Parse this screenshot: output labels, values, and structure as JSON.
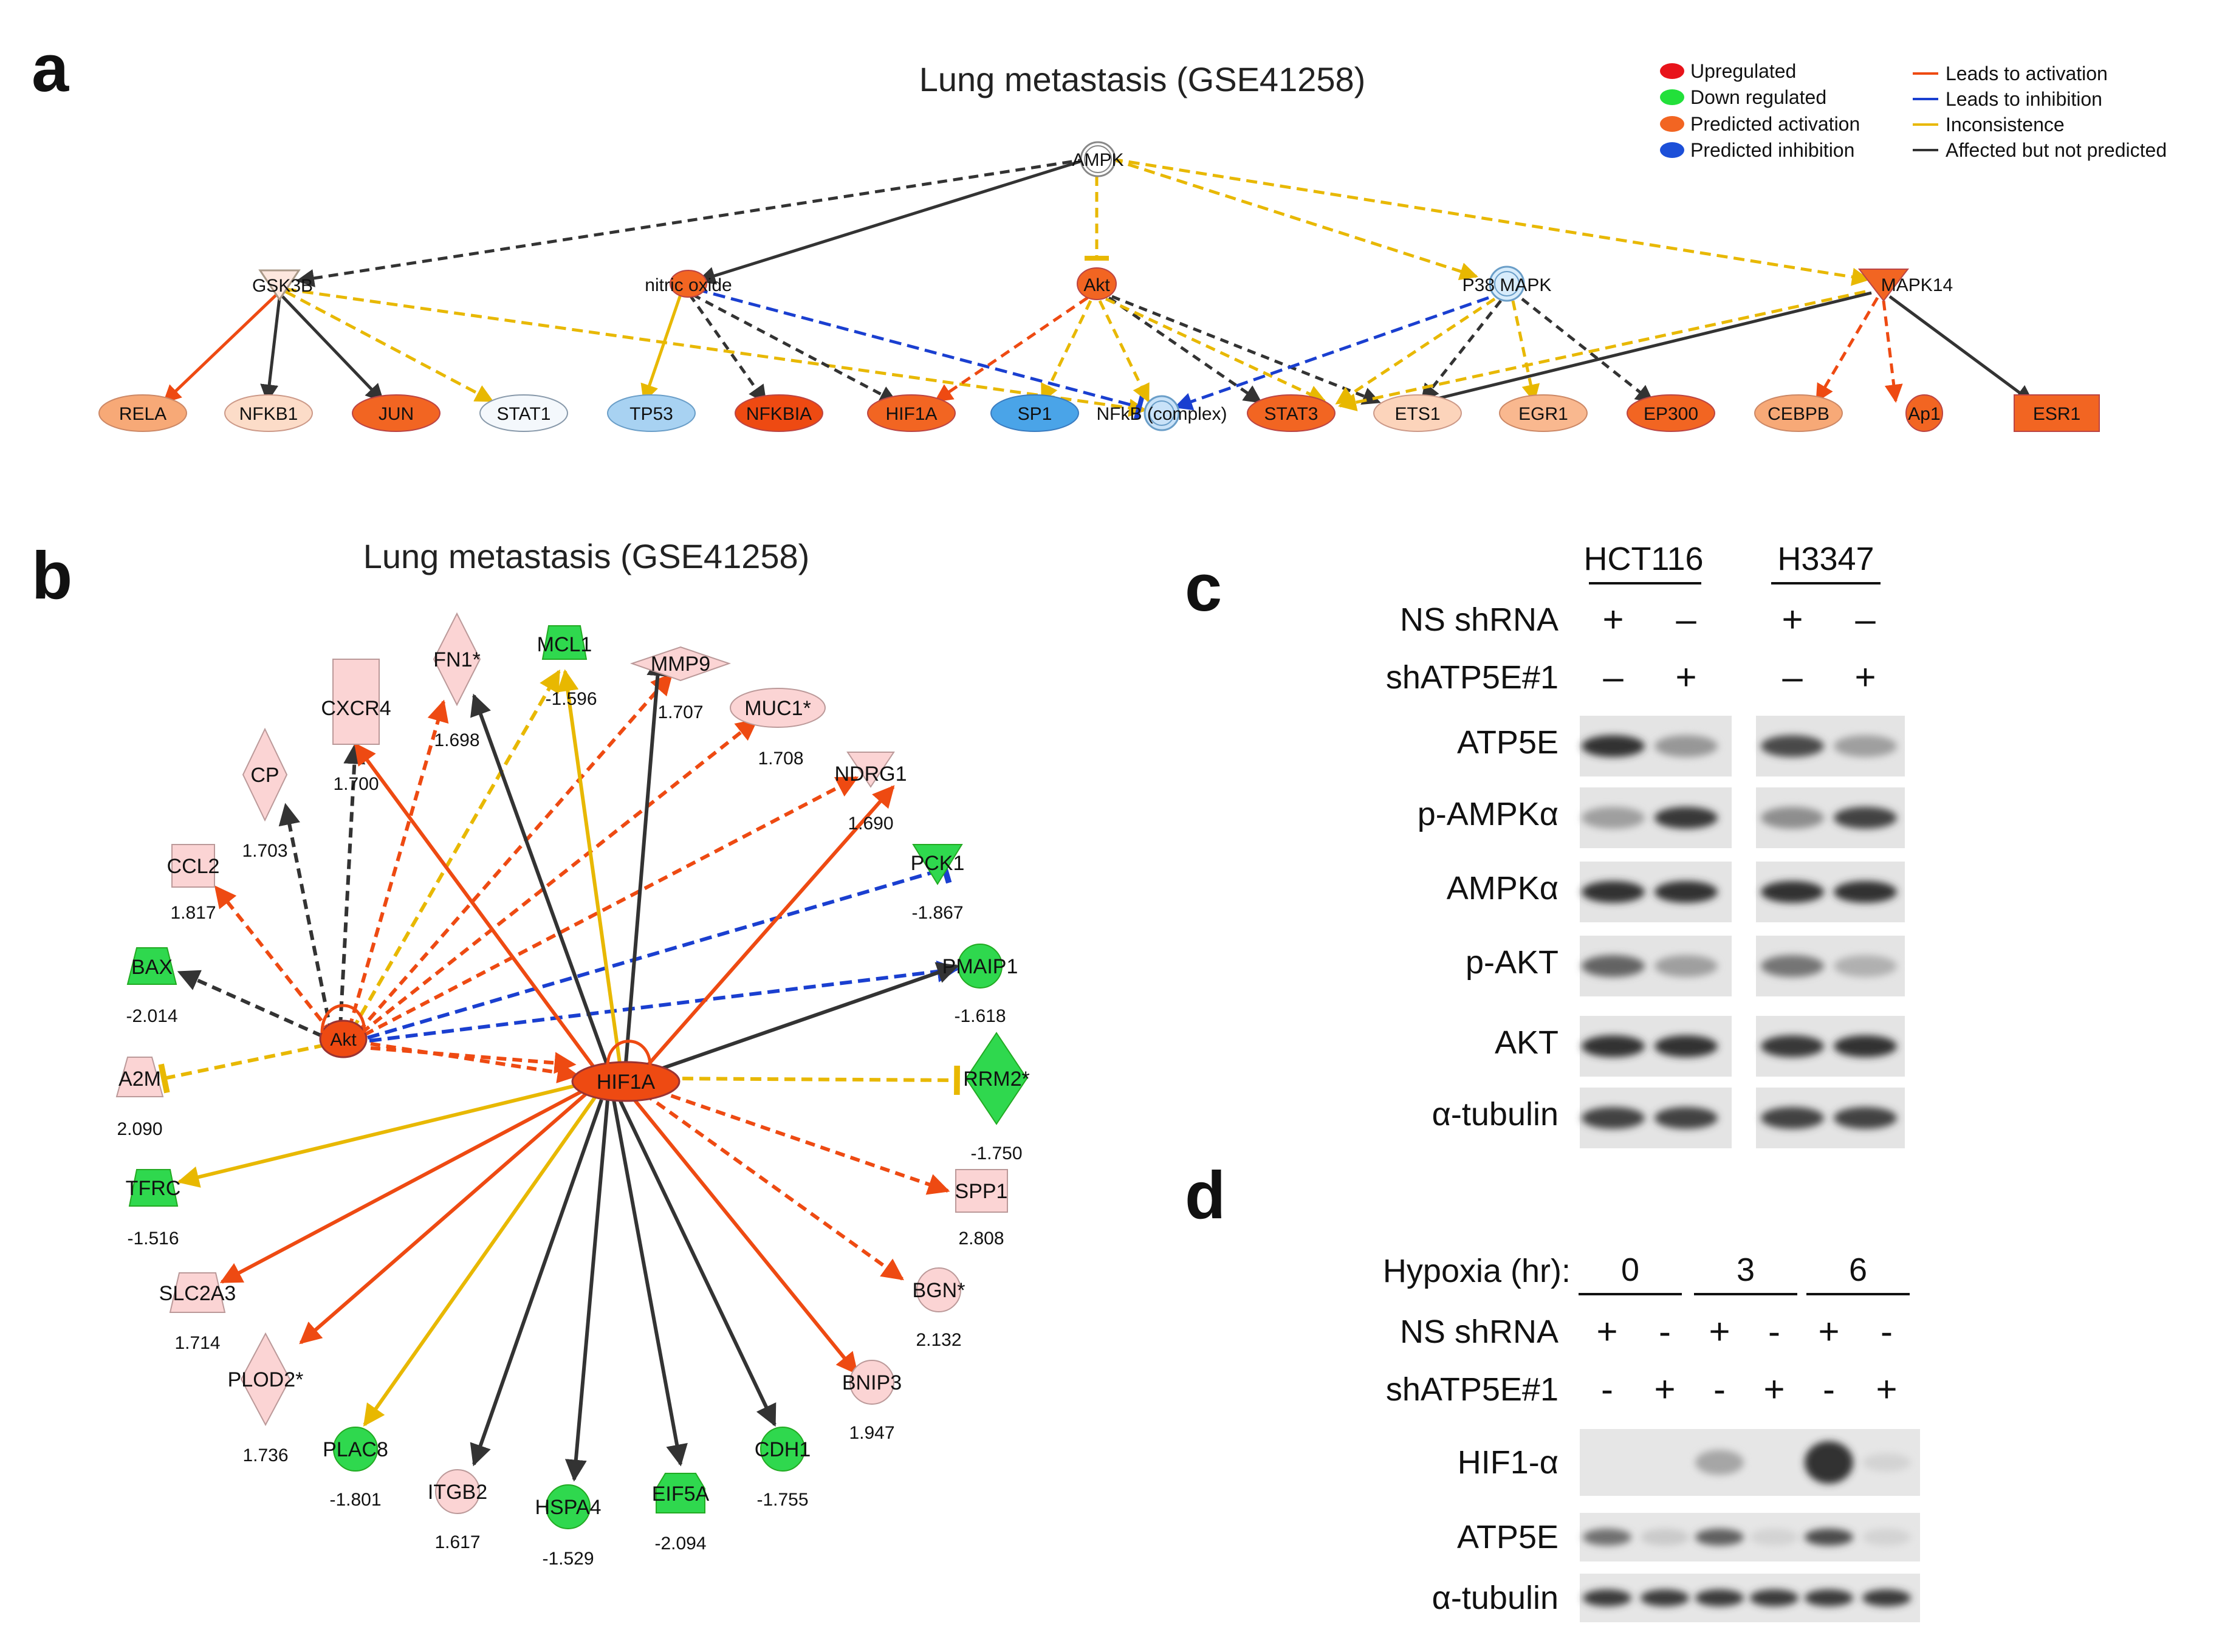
{
  "panel_a": {
    "letter": "a",
    "title": "Lung metastasis (GSE41258)",
    "legend_nodes": [
      {
        "label": "Upregulated",
        "color": "#e8131a"
      },
      {
        "label": "Down regulated",
        "color": "#22e03a"
      },
      {
        "label": "Predicted activation",
        "color": "#f26522"
      },
      {
        "label": "Predicted inhibition",
        "color": "#1c4fd8"
      }
    ],
    "legend_edges": [
      {
        "label": "Leads to activation",
        "color": "#ee4a12"
      },
      {
        "label": "Leads to inhibition",
        "color": "#1a3fd0"
      },
      {
        "label": "Inconsistence",
        "color": "#e8b800"
      },
      {
        "label": "Affected but not predicted",
        "color": "#333333"
      }
    ],
    "nodes": {
      "ampk": "AMPK",
      "gsk3b": "GSK3B",
      "nitric_oxide": "nitric oxide",
      "akt": "Akt",
      "p38": "P38 MAPK",
      "mapk14": "MAPK14",
      "rela": "RELA",
      "nfkb1": "NFKB1",
      "jun": "JUN",
      "stat1": "STAT1",
      "tp53": "TP53",
      "nfkbia": "NFKBIA",
      "hif1a": "HIF1A",
      "sp1": "SP1",
      "nfkb_complex": "NFkB (complex)",
      "stat3": "STAT3",
      "ets1": "ETS1",
      "egr1": "EGR1",
      "ep300": "EP300",
      "cebpb": "CEBPB",
      "ap1": "Ap1",
      "esr1": "ESR1"
    }
  },
  "panel_b": {
    "letter": "b",
    "title": "Lung metastasis (GSE41258)",
    "hubs": {
      "akt": "Akt",
      "hif1a": "HIF1A"
    },
    "targets": [
      {
        "name": "CP",
        "value": "1.703"
      },
      {
        "name": "CXCR4",
        "value": "1.700"
      },
      {
        "name": "FN1*",
        "value": "1.698"
      },
      {
        "name": "MCL1",
        "value": "-1.596"
      },
      {
        "name": "MMP9",
        "value": "1.707"
      },
      {
        "name": "MUC1*",
        "value": "1.708"
      },
      {
        "name": "NDRG1",
        "value": "1.690"
      },
      {
        "name": "CCL2",
        "value": "1.817"
      },
      {
        "name": "PCK1",
        "value": "-1.867"
      },
      {
        "name": "BAX",
        "value": "-2.014"
      },
      {
        "name": "PMAIP1",
        "value": "-1.618"
      },
      {
        "name": "A2M",
        "value": "2.090"
      },
      {
        "name": "RRM2*",
        "value": "-1.750"
      },
      {
        "name": "TFRC",
        "value": "-1.516"
      },
      {
        "name": "SPP1",
        "value": "2.808"
      },
      {
        "name": "SLC2A3",
        "value": "1.714"
      },
      {
        "name": "BGN*",
        "value": "2.132"
      },
      {
        "name": "PLOD2*",
        "value": "1.736"
      },
      {
        "name": "BNIP3",
        "value": "1.947"
      },
      {
        "name": "PLAC8",
        "value": "-1.801"
      },
      {
        "name": "ITGB2",
        "value": "1.617"
      },
      {
        "name": "HSPA4",
        "value": "-1.529"
      },
      {
        "name": "EIF5A",
        "value": "-2.094"
      },
      {
        "name": "CDH1",
        "value": "-1.755"
      }
    ]
  },
  "panel_c": {
    "letter": "c",
    "cell_lines": [
      "HCT116",
      "H3347"
    ],
    "ns_label": "NS shRNA",
    "sh_label": "shATP5E#1",
    "ns_signs": [
      "+",
      "–",
      "+",
      "–"
    ],
    "sh_signs": [
      "–",
      "+",
      "–",
      "+"
    ],
    "blots": [
      {
        "label": "ATP5E",
        "intensity": [
          0.95,
          0.35,
          0.8,
          0.3
        ]
      },
      {
        "label": "p-AMPKα",
        "intensity": [
          0.3,
          0.9,
          0.4,
          0.85
        ]
      },
      {
        "label": "AMPKα",
        "intensity": [
          0.95,
          0.95,
          0.95,
          0.95
        ]
      },
      {
        "label": "p-AKT",
        "intensity": [
          0.65,
          0.3,
          0.55,
          0.2
        ]
      },
      {
        "label": "AKT",
        "intensity": [
          0.95,
          0.95,
          0.9,
          0.95
        ]
      },
      {
        "label": "α-tubulin",
        "intensity": [
          0.85,
          0.85,
          0.85,
          0.85
        ]
      }
    ]
  },
  "panel_d": {
    "letter": "d",
    "hypoxia_label": "Hypoxia (hr):",
    "times": [
      "0",
      "3",
      "6"
    ],
    "ns_label": "NS shRNA",
    "sh_label": "shATP5E#1",
    "ns_signs": [
      "+",
      "-",
      "+",
      "-",
      "+",
      "-"
    ],
    "sh_signs": [
      "-",
      "+",
      "-",
      "+",
      "-",
      "+"
    ],
    "blots": [
      {
        "label": "HIF1-α",
        "intensity": [
          0.0,
          0.0,
          0.3,
          0.0,
          0.95,
          0.05
        ]
      },
      {
        "label": "ATP5E",
        "intensity": [
          0.6,
          0.1,
          0.7,
          0.05,
          0.8,
          0.05
        ]
      },
      {
        "label": "α-tubulin",
        "intensity": [
          0.9,
          0.9,
          0.9,
          0.9,
          0.9,
          0.9
        ]
      }
    ]
  }
}
